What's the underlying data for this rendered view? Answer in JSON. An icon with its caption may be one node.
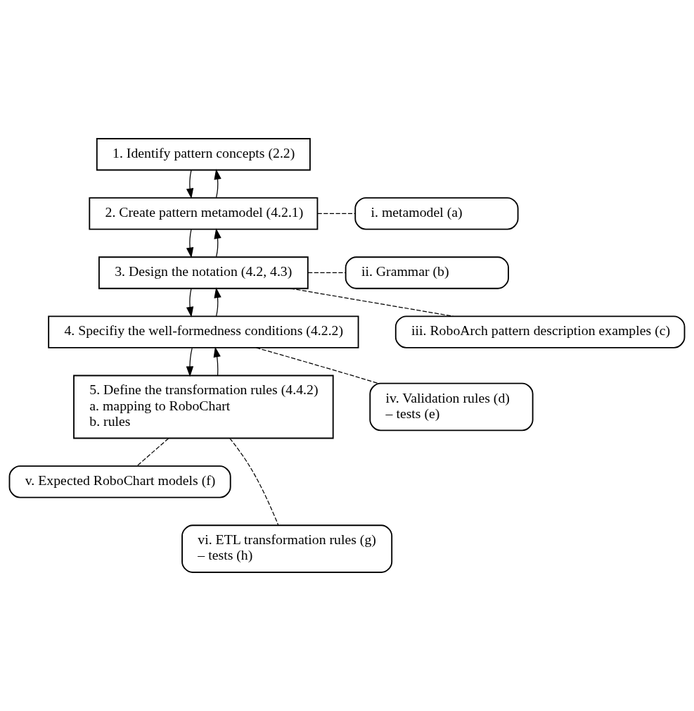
{
  "diagram": {
    "nodes": [
      {
        "text": [
          "1. Identify pattern concepts (2.2)"
        ]
      },
      {
        "text": [
          "2. Create pattern metamodel (4.2.1)"
        ]
      },
      {
        "text": [
          "3. Design the notation (4.2, 4.3)"
        ]
      },
      {
        "text": [
          "4. Specifiy the well-formedness conditions (4.2.2)"
        ]
      },
      {
        "text": [
          "5. Define the transformation rules (4.4.2)",
          "a. mapping to RoboChart",
          "b. rules"
        ]
      },
      {
        "text": [
          "i. metamodel (a)"
        ]
      },
      {
        "text": [
          "ii. Grammar (b)"
        ]
      },
      {
        "text": [
          "iii. RoboArch pattern description examples (c)"
        ]
      },
      {
        "text": [
          "iv. Validation rules (d)",
          "– tests (e)"
        ]
      },
      {
        "text": [
          "v. Expected RoboChart models (f)"
        ]
      },
      {
        "text": [
          "vi. ETL transformation rules (g)",
          "– tests (h)"
        ]
      }
    ],
    "edges": [
      {
        "from": 1,
        "to": 0,
        "arrow": "to"
      },
      {
        "from": 0,
        "to": 1,
        "arrow": "to"
      },
      {
        "from": 2,
        "to": 1,
        "arrow": "to"
      },
      {
        "from": 1,
        "to": 2,
        "arrow": "to"
      },
      {
        "from": 3,
        "to": 2,
        "arrow": "to"
      },
      {
        "from": 2,
        "to": 3,
        "arrow": "to"
      },
      {
        "from": 4,
        "to": 3,
        "arrow": "to"
      },
      {
        "from": 3,
        "to": 4,
        "arrow": "to"
      },
      {
        "from": 1,
        "to": 5,
        "arrow": "none",
        "style": "dashed"
      },
      {
        "from": 2,
        "to": 6,
        "arrow": "none",
        "style": "dashed"
      },
      {
        "from": 2,
        "to": 7,
        "arrow": "none",
        "style": "dashed"
      },
      {
        "from": 3,
        "to": 8,
        "arrow": "none",
        "style": "dashed"
      },
      {
        "from": 4,
        "to": 9,
        "arrow": "none",
        "style": "dashed"
      },
      {
        "from": 4,
        "to": 10,
        "arrow": "none",
        "style": "dashed"
      }
    ]
  }
}
